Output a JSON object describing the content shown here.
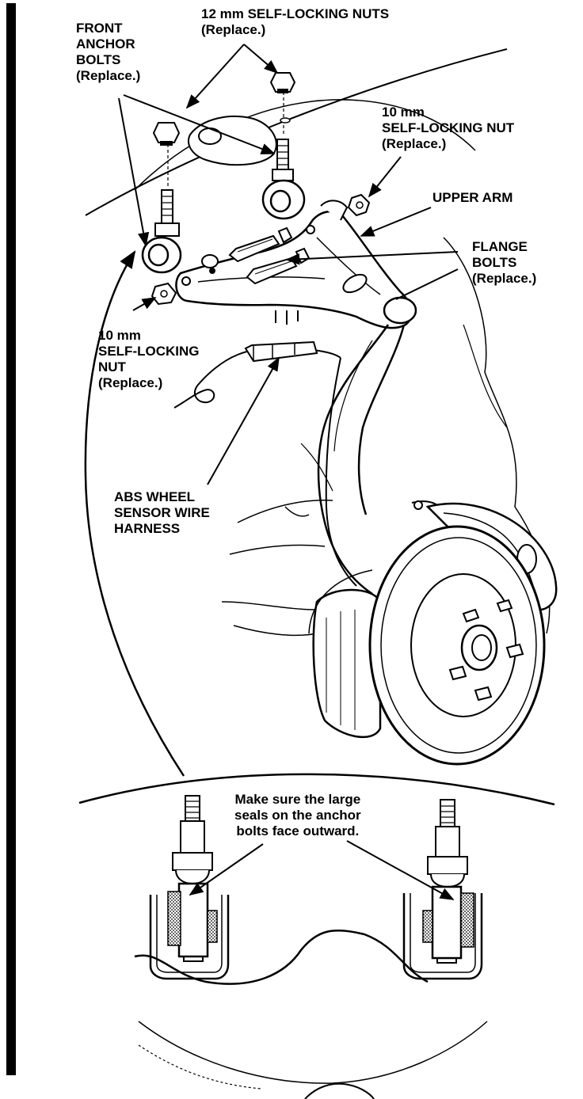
{
  "callouts": {
    "front_anchor_bolts": [
      "FRONT",
      "ANCHOR",
      "BOLTS",
      "(Replace.)"
    ],
    "nuts_12mm": [
      "12 mm SELF-LOCKING NUTS",
      "(Replace.)"
    ],
    "nut_10mm_upper": [
      "10 mm",
      "SELF-LOCKING NUT",
      "(Replace.)"
    ],
    "upper_arm": [
      "UPPER ARM"
    ],
    "flange_bolts": [
      "FLANGE",
      "BOLTS",
      "(Replace.)"
    ],
    "nut_10mm_lower": [
      "10 mm",
      "SELF-LOCKING",
      "NUT",
      "(Replace.)"
    ],
    "abs_harness": [
      "ABS WHEEL",
      "SENSOR WIRE",
      "HARNESS"
    ]
  },
  "detail_note": [
    "Make sure the large",
    "seals on the anchor",
    "bolts face outward."
  ],
  "colors": {
    "ink": "#000000",
    "paper": "#ffffff",
    "seal_shade": "#9a9a9a"
  }
}
